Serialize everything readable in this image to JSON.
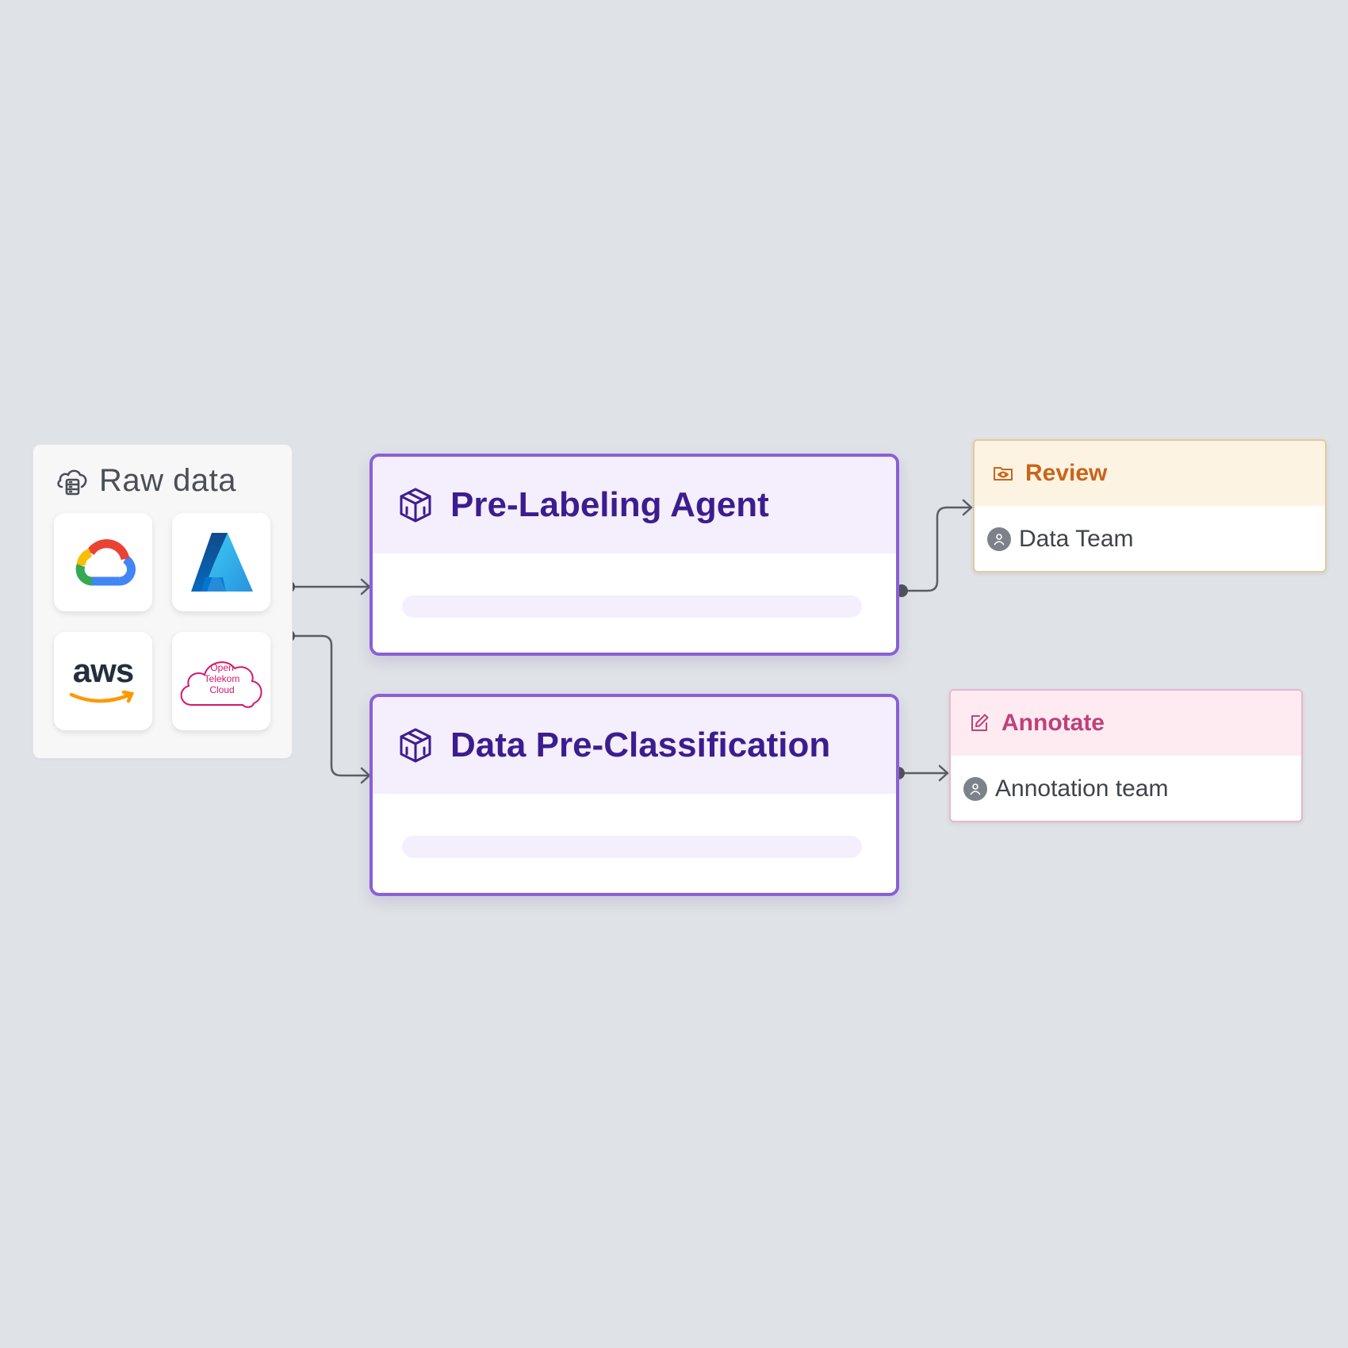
{
  "raw_data": {
    "title": "Raw data",
    "icon": "cloud-database-icon",
    "sources": [
      {
        "name": "Google Cloud",
        "icon": "google-cloud-logo"
      },
      {
        "name": "Azure",
        "icon": "azure-logo"
      },
      {
        "name": "AWS",
        "icon": "aws-logo",
        "text": "aws"
      },
      {
        "name": "Open Telekom Cloud",
        "icon": "open-telekom-cloud-logo",
        "text_lines": [
          "Open",
          "Telekom",
          "Cloud"
        ]
      }
    ]
  },
  "agents": [
    {
      "title": "Pre-Labeling Agent",
      "icon": "cube-icon"
    },
    {
      "title": "Data Pre-Classification",
      "icon": "cube-icon"
    }
  ],
  "tasks": [
    {
      "title": "Review",
      "icon": "folder-eye-icon",
      "team": "Data Team",
      "avatar_icon": "user-avatar-icon",
      "accent": "#c9651b"
    },
    {
      "title": "Annotate",
      "icon": "edit-icon",
      "team": "Annotation team",
      "avatar_icon": "user-avatar-icon",
      "accent": "#c0407a"
    }
  ],
  "colors": {
    "background": "#dfe2e6",
    "agent_border": "#8b5fd6",
    "agent_title": "#3b1d8f",
    "connector": "#55595f"
  }
}
